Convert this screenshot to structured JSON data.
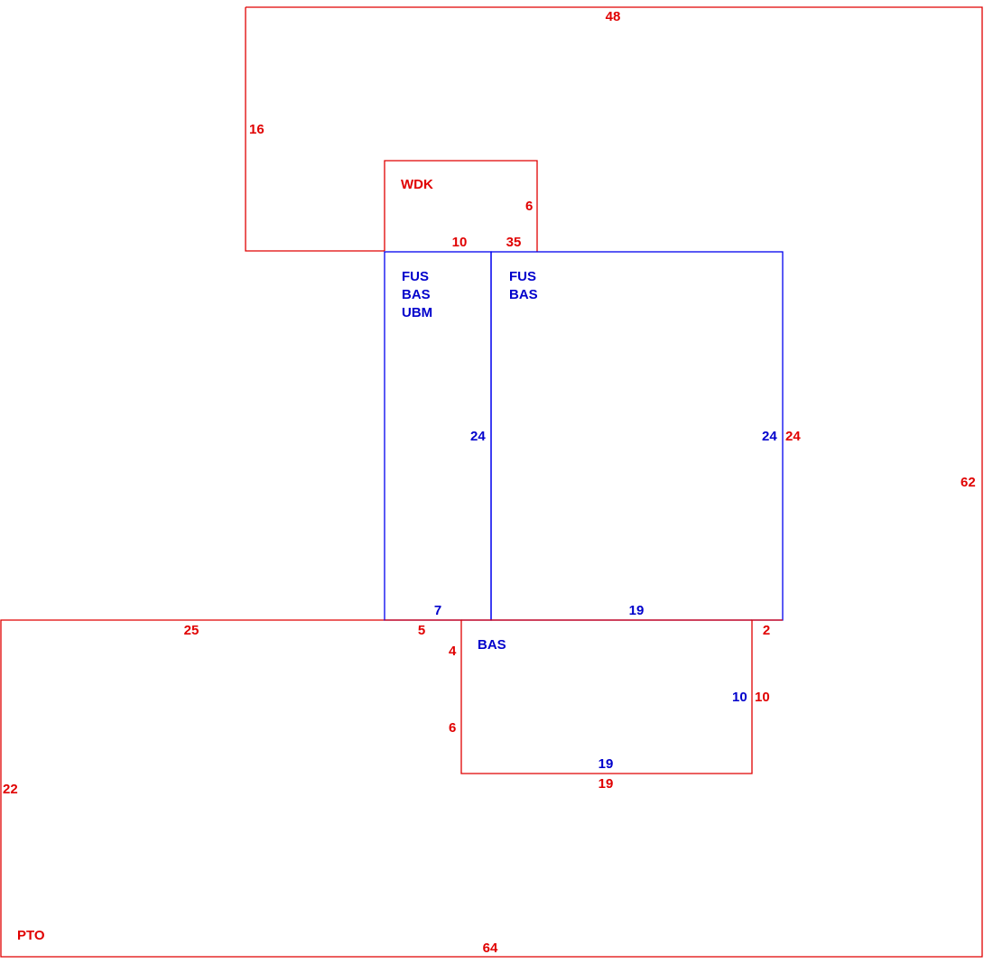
{
  "colors": {
    "red": "#e00000",
    "blue": "#0000cc"
  },
  "areas": {
    "pto": "PTO",
    "wdk": "WDK",
    "fus_bas_ubm": [
      "FUS",
      "BAS",
      "UBM"
    ],
    "fus_bas": [
      "FUS",
      "BAS"
    ],
    "bas": "BAS"
  },
  "dimensions": {
    "top_48": "48",
    "left_16": "16",
    "right_62": "62",
    "wdk_6": "6",
    "wdk_10": "10",
    "wdk_35": "35",
    "ubm_24": "24",
    "fus_24_blue": "24",
    "fus_24_red": "24",
    "ubm_7": "7",
    "fus_19": "19",
    "ledge_25": "25",
    "ledge_5": "5",
    "notch_2": "2",
    "bas_4": "4",
    "bas_6": "6",
    "bas_10_blue": "10",
    "bas_10_red": "10",
    "bas_19_blue": "19",
    "bas_19_red": "19",
    "left_22": "22",
    "bottom_64": "64"
  }
}
